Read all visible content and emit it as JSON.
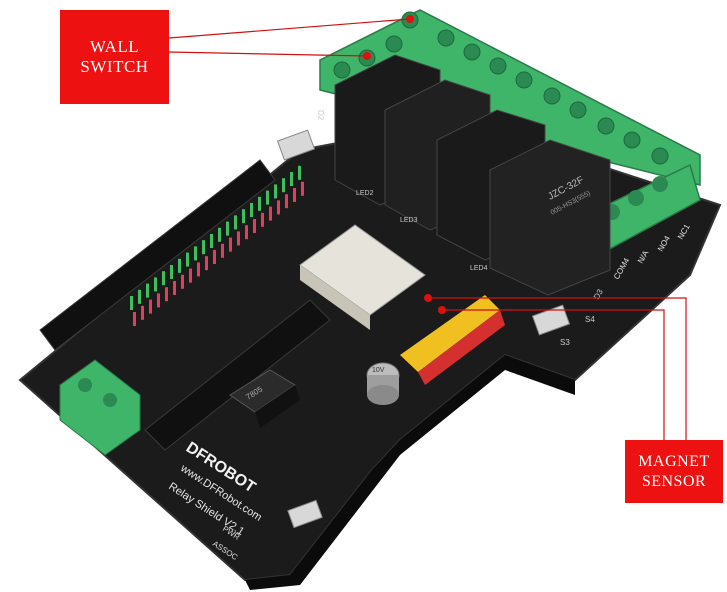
{
  "callouts": {
    "wall_switch": {
      "line1": "WALL",
      "line2": "SWITCH"
    },
    "magnet_sensor": {
      "line1": "MAGNET",
      "line2": "SENSOR"
    }
  },
  "board": {
    "brand": "DFROBOT",
    "website": "www.DFRobot.com",
    "product": "Relay Shield V2.1",
    "relay_model": "JZC-32F",
    "relay_spec": "005-HS3(555)",
    "terminal_labels": [
      "NC1",
      "NO4",
      "N/A",
      "COM4"
    ],
    "leds": [
      "LED3",
      "LED4",
      "LED2"
    ],
    "relays": [
      "D2",
      "D3"
    ],
    "buttons": [
      "S3",
      "S4"
    ],
    "power_labels": [
      "PWR",
      "ASSOC"
    ],
    "cap_label": "10V",
    "reg_label": "7805"
  },
  "colors": {
    "callout_bg": "#ee1111",
    "pointer": "#d01010",
    "pcb": "#1b1b1b",
    "relay": "#1a1a1a",
    "terminal": "#3fb56a"
  }
}
